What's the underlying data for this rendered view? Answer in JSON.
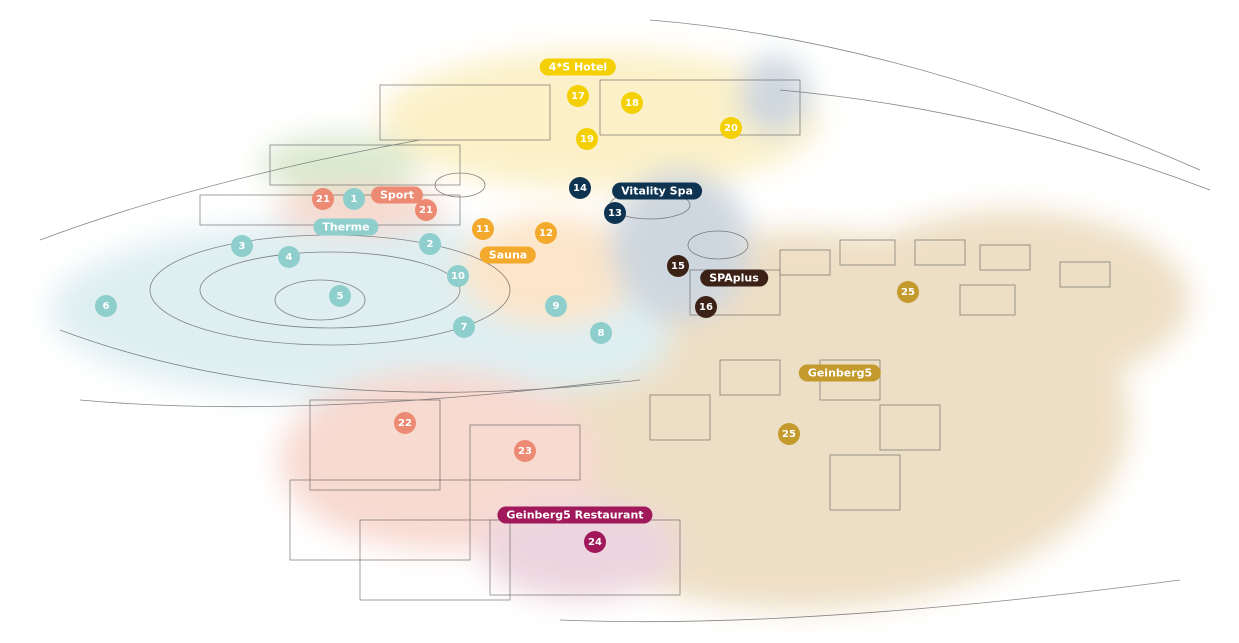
{
  "areas": {
    "hotel": {
      "label": "4*S Hotel",
      "markers": [
        "17",
        "18",
        "19",
        "20"
      ],
      "color": "#f4d000"
    },
    "sport": {
      "label": "Sport",
      "markers": [
        "21",
        "21"
      ],
      "color": "#ec8a73"
    },
    "therme": {
      "label": "Therme",
      "markers": [
        "1",
        "2",
        "3",
        "4",
        "5",
        "6",
        "7",
        "8",
        "9",
        "10"
      ],
      "color": "#8ecfcd"
    },
    "sauna": {
      "label": "Sauna",
      "markers": [
        "11",
        "12"
      ],
      "color": "#f3a92b"
    },
    "vitality": {
      "label": "Vitality Spa",
      "markers": [
        "13",
        "14"
      ],
      "color": "#0f3452"
    },
    "spaplus": {
      "label": "SPAplus",
      "markers": [
        "15",
        "16"
      ],
      "color": "#3c2116"
    },
    "geinberg5": {
      "label": "Geinberg5",
      "markers": [
        "25",
        "25"
      ],
      "color": "#c39a2b"
    },
    "tennis": {
      "markers": [
        "22",
        "23"
      ],
      "color": "#ec8a73"
    },
    "restaurant": {
      "label": "Geinberg5 Restaurant",
      "markers": [
        "24"
      ],
      "color": "#a1195a"
    }
  }
}
